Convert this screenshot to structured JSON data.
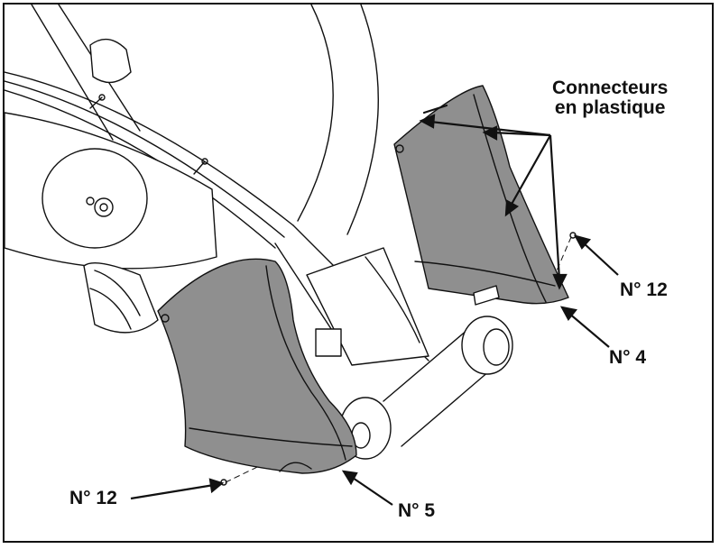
{
  "labels": {
    "connecteurs_line1": "Connecteurs",
    "connecteurs_line2": "en plastique",
    "no12_right": "N° 12",
    "no4": "N° 4",
    "no12_left": "N° 12",
    "no5": "N° 5"
  },
  "colors": {
    "shroud_fill": "#8f8f8f",
    "line": "#111111",
    "frame_fill": "#ffffff"
  }
}
